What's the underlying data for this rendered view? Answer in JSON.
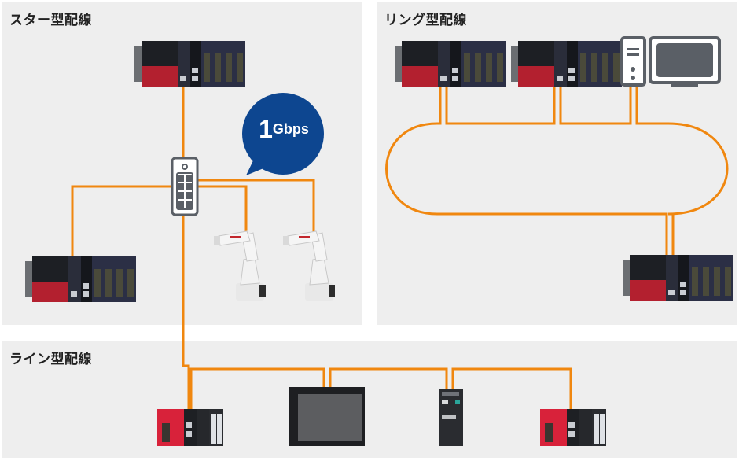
{
  "panels": {
    "star": {
      "title": "スター型配線"
    },
    "ring": {
      "title": "リング型配線"
    },
    "line": {
      "title": "ライン型配線"
    }
  },
  "bubble": {
    "number": "1",
    "unit": "Gbps",
    "color": "#0d4690"
  },
  "colors": {
    "cable": "#f0870f",
    "panel_bg": "#eeeeee",
    "switch_outline": "#5a5f66"
  },
  "devices": {
    "star": [
      "plc-top",
      "ethernet-switch",
      "plc-left",
      "robot-arm-1",
      "robot-arm-2"
    ],
    "ring": [
      "plc-1",
      "plc-2",
      "pc-tower",
      "monitor",
      "plc-bottom"
    ],
    "line": [
      "compact-plc-1",
      "hmi-touch-panel",
      "inverter",
      "compact-plc-2"
    ]
  }
}
